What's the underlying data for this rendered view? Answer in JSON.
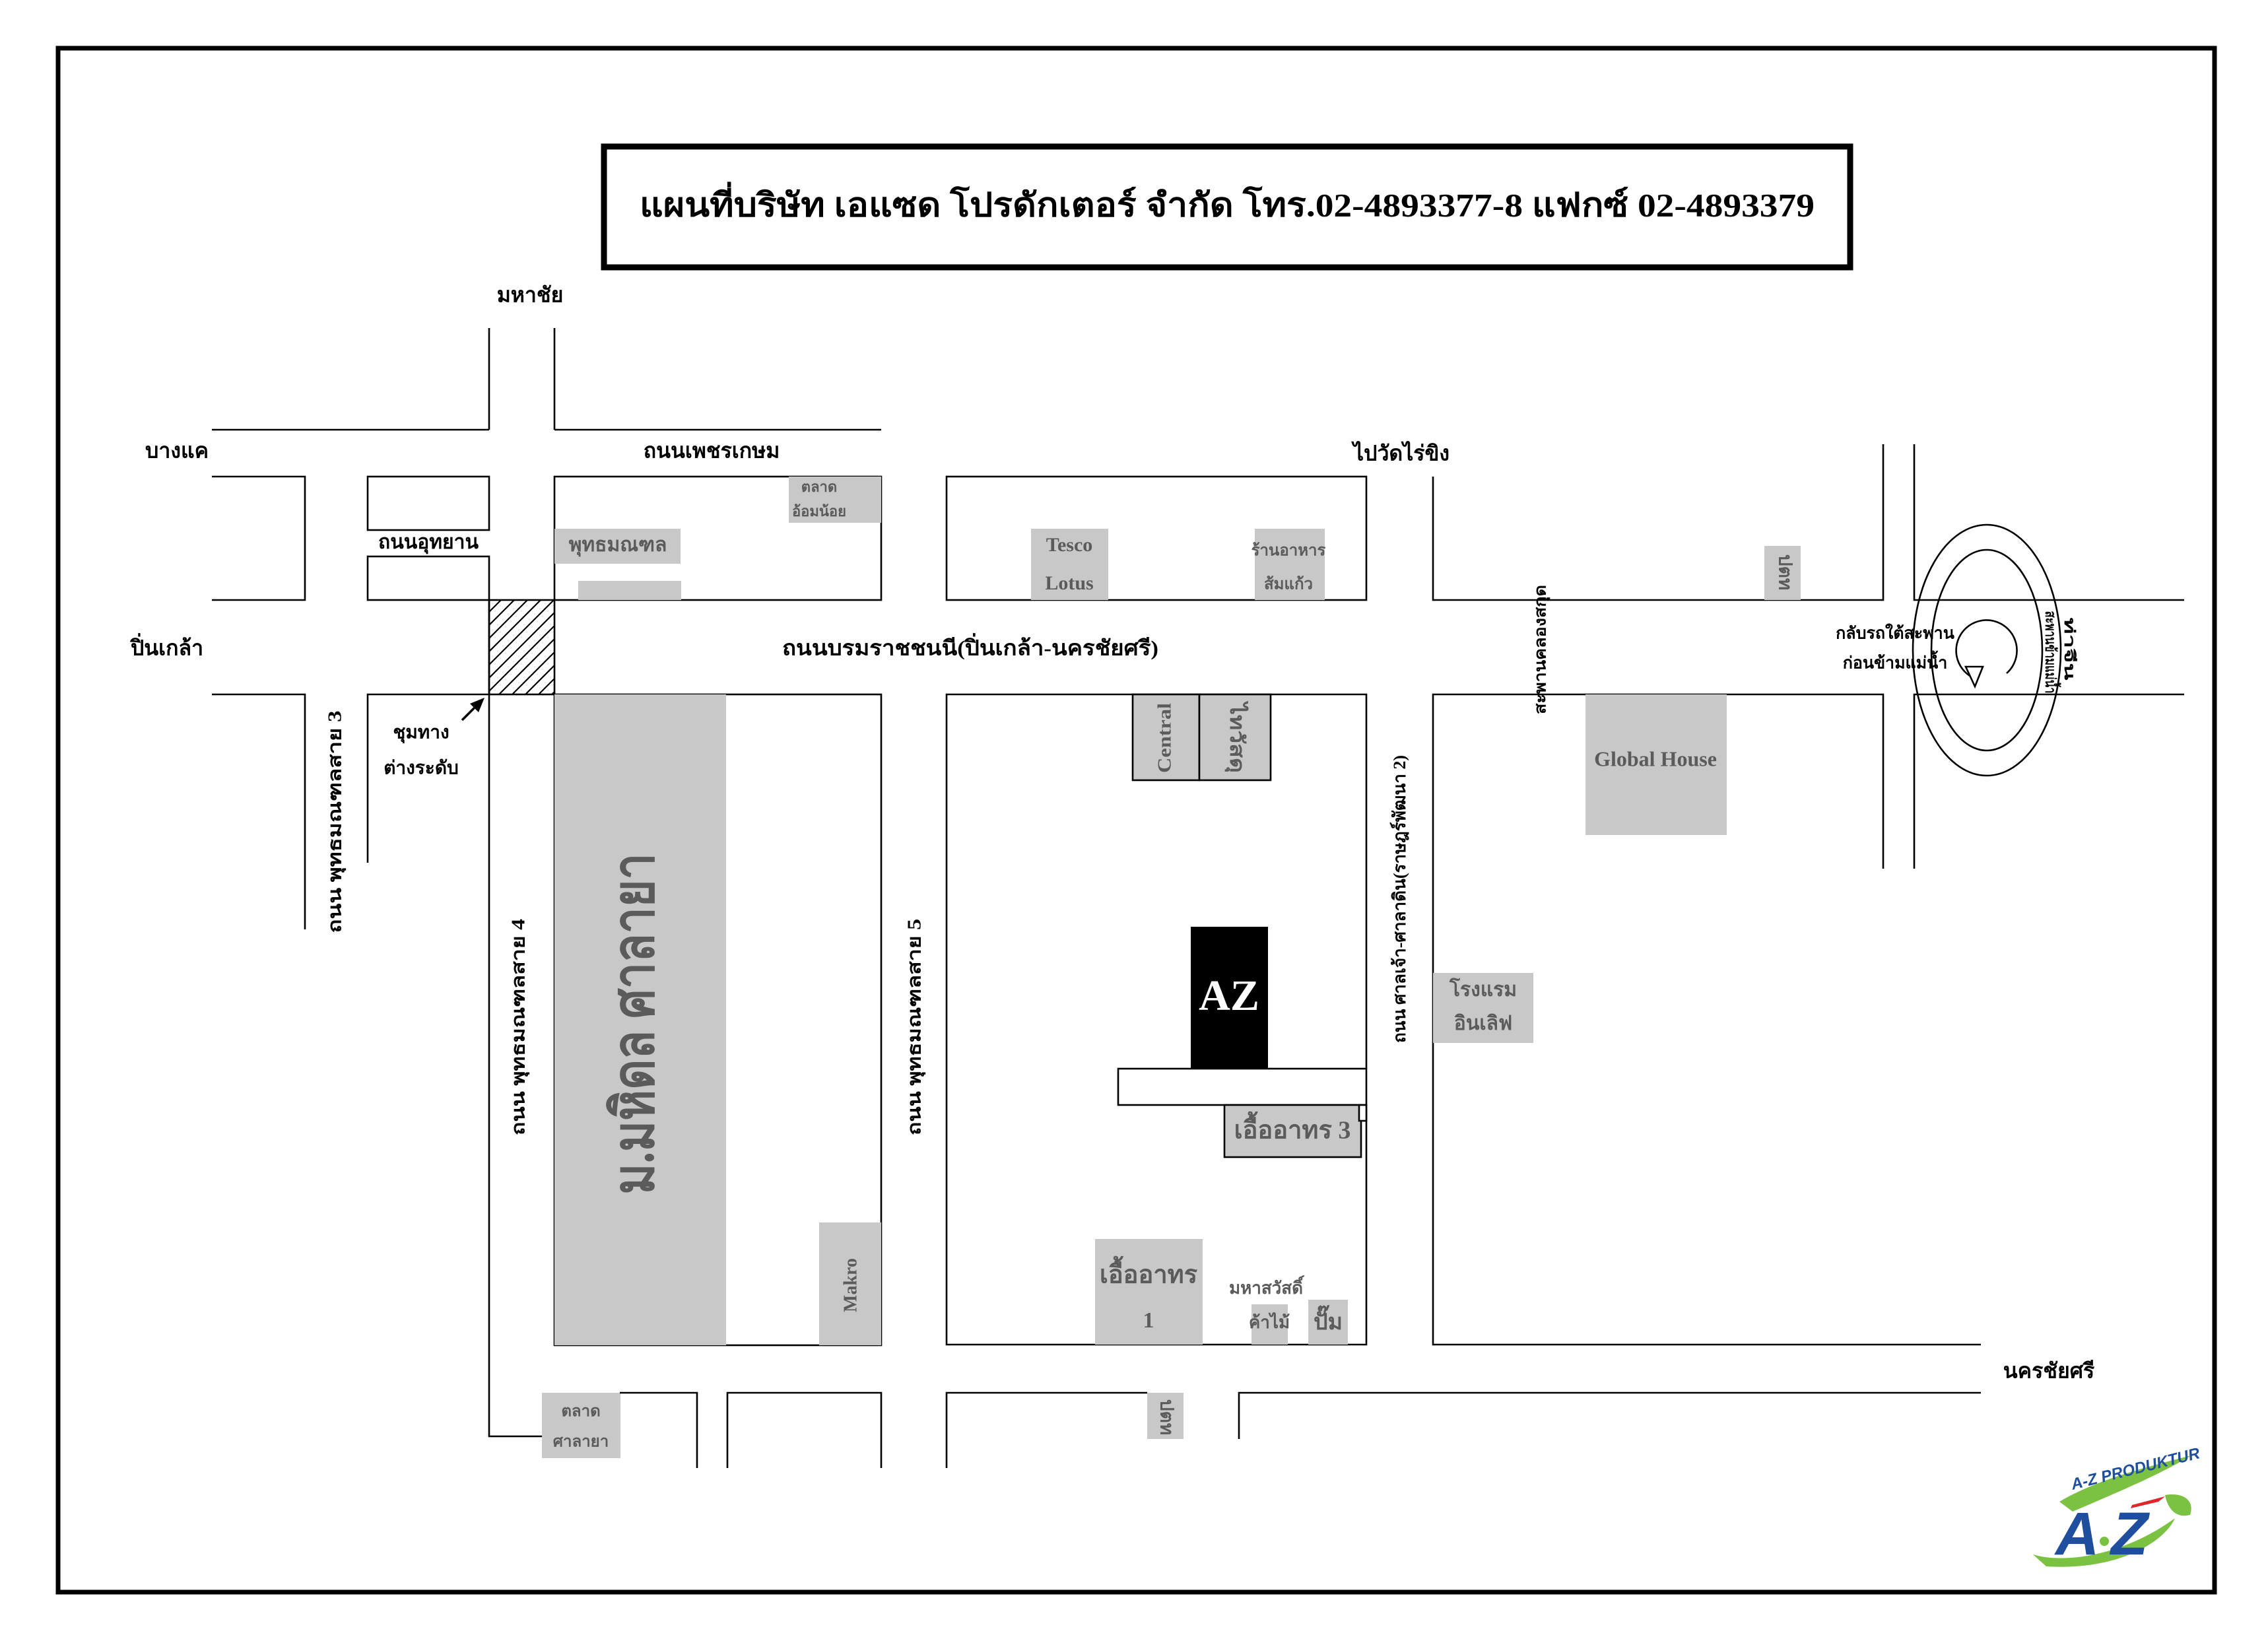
{
  "title": "แผนที่บริษัท เอแซด โปรดักเตอร์ จำกัด  โทร.02-4893377-8  แฟกซ์ 02-4893379",
  "roads": {
    "mahachai": "มหาชัย",
    "bang_khae": "บางแค",
    "phetkasem": "ถนนเพชรเกษม",
    "to_wat_rai_khing": "ไปวัดไร่ขิง",
    "pin_klao": "ปิ่นเกล้า",
    "borommaratchachonnani": "ถนนบรมราชชนนี(ปิ่นเกล้า-นครชัยศรี)",
    "utthayan": "ถนนอุทยาน",
    "phutthamonthon_sai_3": "ถนน พุทธมณฑลสาย 3",
    "phutthamonthon_sai_4": "ถนน พุทธมณฑลสาย 4",
    "phutthamonthon_sai_5": "ถนน พุทธมณฑลสาย 5",
    "san_chao_sala_din": "ถนน ศาลเจ้า-ศาลาดิน(ราษฎร์พัฒนา 2)",
    "nakhon_chai_si": "นครชัยศรี"
  },
  "landmarks": {
    "interchange": [
      "ชุมทาง",
      "ต่างระดับ"
    ],
    "khlong_bridge": "สะพานคลองสกุด",
    "u_turn": [
      "กลับรถใต้สะพาน",
      "ก่อนข้ามแม่น้ำ"
    ],
    "river_bridge": [
      "สะพานข้ามแม่น้ำ",
      "ท่าจีน"
    ]
  },
  "places": {
    "talad_om_noi": [
      "ตลาด",
      "อ้อมน้อย"
    ],
    "phutthamonthon": "พุทธมณฑล",
    "tesco_lotus": [
      "Tesco",
      "Lotus"
    ],
    "som_kaeo": [
      "ร้านอาหาร",
      "ส้มแก้ว"
    ],
    "ptt_top": "ปตท",
    "mahidol": "ม.มหิดล ศาลายา",
    "makro": "Makro",
    "central": "Central",
    "thai_watsadu": "ไทวัสดุ",
    "az": "AZ",
    "ua_athorn_3": "เอื้ออาทร 3",
    "ua_athorn_1": [
      "เอื้ออาทร",
      "1"
    ],
    "mahasawat_timber": [
      "มหาสวัสดิ์",
      "ค้าไม้"
    ],
    "pump": "ปั๊ม",
    "global_house": "Global House",
    "hotel_inlove": [
      "โรงแรม",
      "อินเลิฟ"
    ],
    "talad_salaya": [
      "ตลาด",
      "ศาลายา"
    ],
    "ptt_bottom": "ปตท"
  },
  "logo": {
    "tagline": "A-Z PRODUKTUR",
    "letter_a": "A",
    "letter_z": "Z"
  },
  "colors": {
    "gray_box": "#c8c8c8",
    "gray_text": "#5b5b5b",
    "company_box": "#000000",
    "logo_blue": "#1f4e9e",
    "logo_green": "#7cc242",
    "logo_red": "#e0262b"
  }
}
